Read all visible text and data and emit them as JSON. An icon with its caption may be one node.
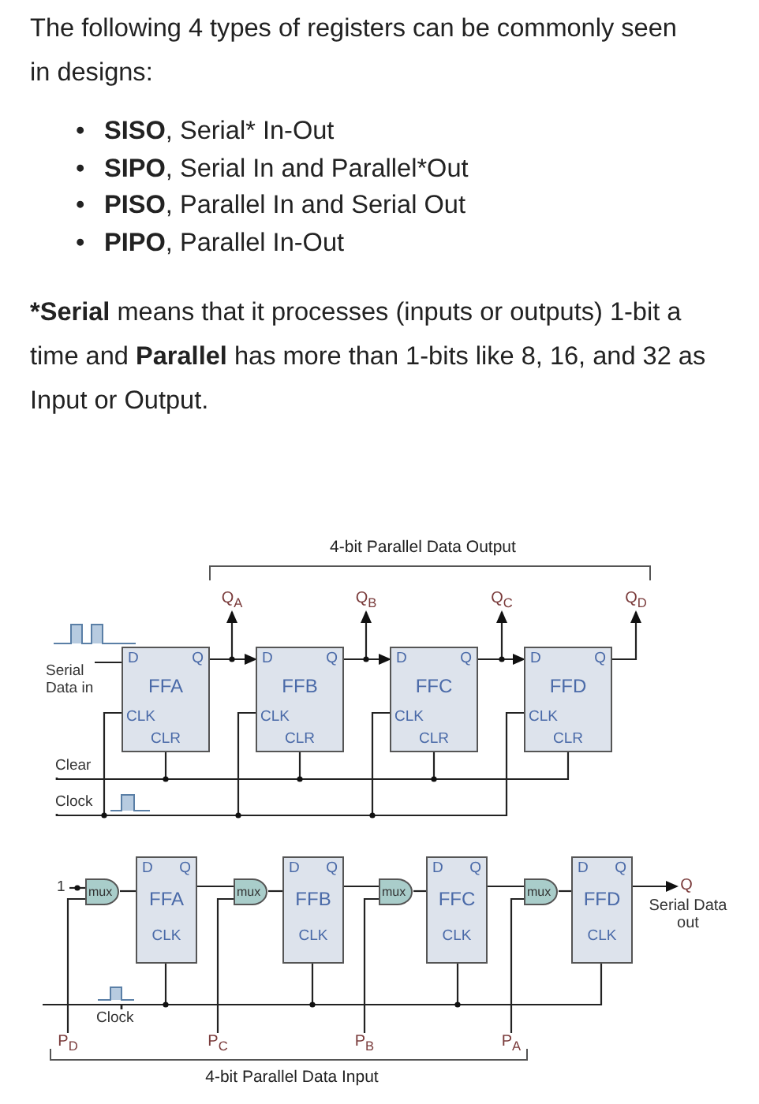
{
  "diagram": {
    "nodes": [
      {
        "text": [
          "Serial Data in"
        ]
      },
      {
        "text": [
          "D",
          "Q",
          "FFA",
          "CLK",
          "CLR"
        ]
      },
      {
        "text": [
          "D",
          "Q",
          "FFB",
          "CLK",
          "CLR"
        ]
      },
      {
        "text": [
          "D",
          "Q",
          "FFC",
          "CLK",
          "CLR"
        ]
      },
      {
        "text": [
          "D",
          "Q",
          "FFD",
          "CLK",
          "CLR"
        ]
      },
      {
        "text": [
          "Q$_{A}$"
        ]
      },
      {
        "text": [
          "Q$_{B}$"
        ]
      },
      {
        "text": [
          "Q$_{C}$"
        ]
      },
      {
        "text": [
          "Q$_{D}$"
        ]
      },
      {
        "text": [
          "Clear"
        ]
      },
      {
        "text": [
          "Clock"
        ]
      },
      {
        "text": [
          "1"
        ]
      },
      {
        "text": [
          "mux"
        ]
      },
      {
        "text": [
          "D",
          "Q",
          "FFA",
          "CLK"
        ]
      },
      {
        "text": [
          "mux"
        ]
      },
      {
        "text": [
          "D",
          "Q",
          "FFB",
          "CLK"
        ]
      },
      {
        "text": [
          "mux"
        ]
      },
      {
        "text": [
          "D",
          "Q",
          "FFC",
          "CLK"
        ]
      },
      {
        "text": [
          "mux"
        ]
      },
      {
        "text": [
          "D",
          "Q",
          "FFD",
          "CLK"
        ]
      },
      {
        "text": [
          "Q"
        ],
        "beside": [
          "Serial Data out"
        ]
      },
      {
        "text": [
          "Clock"
        ]
      },
      {
        "text": [
          "P$_{D}$"
        ]
      },
      {
        "text": [
          "P$_{C}$"
        ]
      },
      {
        "text": [
          "P$_{B}$"
        ]
      },
      {
        "text": [
          "P$_{A}$"
        ]
      }
    ],
    "edges": [
      {
        "from": 0,
        "to": 1,
        "arrow": "none"
      },
      {
        "from": 1,
        "to": 5,
        "arrow": "to"
      },
      {
        "from": 1,
        "to": 2,
        "arrow": "to"
      },
      {
        "from": 2,
        "to": 6,
        "arrow": "to"
      },
      {
        "from": 2,
        "to": 3,
        "arrow": "to"
      },
      {
        "from": 3,
        "to": 7,
        "arrow": "to"
      },
      {
        "from": 3,
        "to": 4,
        "arrow": "to"
      },
      {
        "from": 4,
        "to": 8,
        "arrow": "to"
      },
      {
        "from": 9,
        "to": 1,
        "arrow": "none"
      },
      {
        "from": 9,
        "to": 2,
        "arrow": "none"
      },
      {
        "from": 9,
        "to": 3,
        "arrow": "none"
      },
      {
        "from": 9,
        "to": 4,
        "arrow": "none"
      },
      {
        "from": 10,
        "to": 1,
        "arrow": "none"
      },
      {
        "from": 10,
        "to": 2,
        "arrow": "none"
      },
      {
        "from": 10,
        "to": 3,
        "arrow": "none"
      },
      {
        "from": 10,
        "to": 4,
        "arrow": "none"
      },
      {
        "from": 11,
        "to": 12,
        "arrow": "none"
      },
      {
        "from": 22,
        "to": 12,
        "arrow": "none"
      },
      {
        "from": 12,
        "to": 13,
        "arrow": "none"
      },
      {
        "from": 13,
        "to": 14,
        "arrow": "none"
      },
      {
        "from": 23,
        "to": 14,
        "arrow": "none"
      },
      {
        "from": 14,
        "to": 15,
        "arrow": "none"
      },
      {
        "from": 15,
        "to": 16,
        "arrow": "none"
      },
      {
        "from": 24,
        "to": 16,
        "arrow": "none"
      },
      {
        "from": 16,
        "to": 17,
        "arrow": "none"
      },
      {
        "from": 17,
        "to": 18,
        "arrow": "none"
      },
      {
        "from": 25,
        "to": 18,
        "arrow": "none"
      },
      {
        "from": 18,
        "to": 19,
        "arrow": "none"
      },
      {
        "from": 19,
        "to": 20,
        "arrow": "to"
      },
      {
        "from": 21,
        "to": 13,
        "arrow": "none"
      },
      {
        "from": 21,
        "to": 15,
        "arrow": "none"
      },
      {
        "from": 21,
        "to": 17,
        "arrow": "none"
      },
      {
        "from": 21,
        "to": 19,
        "arrow": "none"
      }
    ],
    "labels": [
      "The following 4 types of registers can be commonly seen in designs:",
      "•",
      "SISO",
      ", Serial* In-Out",
      "•",
      "SIPO",
      ", Serial In and Parallel*Out",
      "•",
      "PISO",
      ", Parallel In and Serial Out",
      "•",
      "PIPO",
      ", Parallel In-Out",
      "*Serial",
      "means that it processes (inputs or outputs) 1-bit a time and",
      "Parallel",
      "has more than 1-bits like 8, 16, and 32 as Input or Output.",
      "4-bit Parallel Data Output",
      "4-bit Parallel Data Input"
    ]
  }
}
